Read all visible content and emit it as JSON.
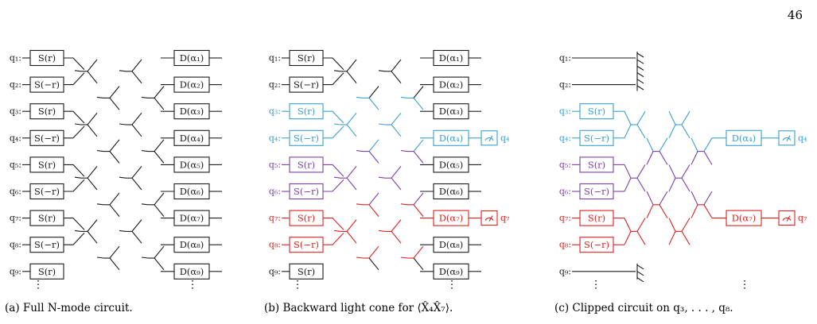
{
  "page_number": "46",
  "colors": {
    "default": "#1a1a1a",
    "cyan": "#3a9fd0",
    "purple": "#7b3fa8",
    "red": "#e02020"
  },
  "panels": [
    {
      "id": "a",
      "caption": "(a) Full N-mode circuit.",
      "qubits": [
        "q₁:",
        "q₂:",
        "q₃:",
        "q₄:",
        "q₅:",
        "q₆:",
        "q₇:",
        "q₈:",
        "q₉:"
      ],
      "squeezers": [
        "S(r)",
        "S(−r)",
        "S(r)",
        "S(−r)",
        "S(r)",
        "S(−r)",
        "S(r)",
        "S(−r)",
        "S(r)"
      ],
      "displacements": [
        "D(α₁)",
        "D(α₂)",
        "D(α₃)",
        "D(α₄)",
        "D(α₅)",
        "D(α₆)",
        "D(α₇)",
        "D(α₈)",
        "D(α₉)"
      ],
      "ellipsis": "⋮"
    },
    {
      "id": "b",
      "caption": "(b) Backward light cone for ⟨X̂₄X̂₇⟩.",
      "qubits": [
        "q₁:",
        "q₂:",
        "q₃:",
        "q₄:",
        "q₅:",
        "q₆:",
        "q₇:",
        "q₈:",
        "q₉:"
      ],
      "squeezers": [
        "S(r)",
        "S(−r)",
        "S(r)",
        "S(−r)",
        "S(r)",
        "S(−r)",
        "S(r)",
        "S(−r)",
        "S(r)"
      ],
      "displacements": [
        "D(α₁)",
        "D(α₂)",
        "D(α₃)",
        "D(α₄)",
        "D(α₅)",
        "D(α₆)",
        "D(α₇)",
        "D(α₈)",
        "D(α₉)"
      ],
      "measure_labels": [
        "q₄",
        "q₇"
      ],
      "ellipsis": "⋮"
    },
    {
      "id": "c",
      "caption": "(c) Clipped circuit on q₃, . . . , q₈.",
      "qubits": [
        "q₁:",
        "q₂:",
        "q₃:",
        "q₄:",
        "q₅:",
        "q₆:",
        "q₇:",
        "q₈:",
        "q₉:"
      ],
      "squeezers": [
        "S(r)",
        "S(−r)",
        "S(r)",
        "S(−r)",
        "S(r)",
        "S(−r)"
      ],
      "displacements": [
        "D(α₄)",
        "D(α₇)"
      ],
      "measure_labels": [
        "q₄",
        "q₇"
      ],
      "ellipsis": "⋮"
    }
  ]
}
